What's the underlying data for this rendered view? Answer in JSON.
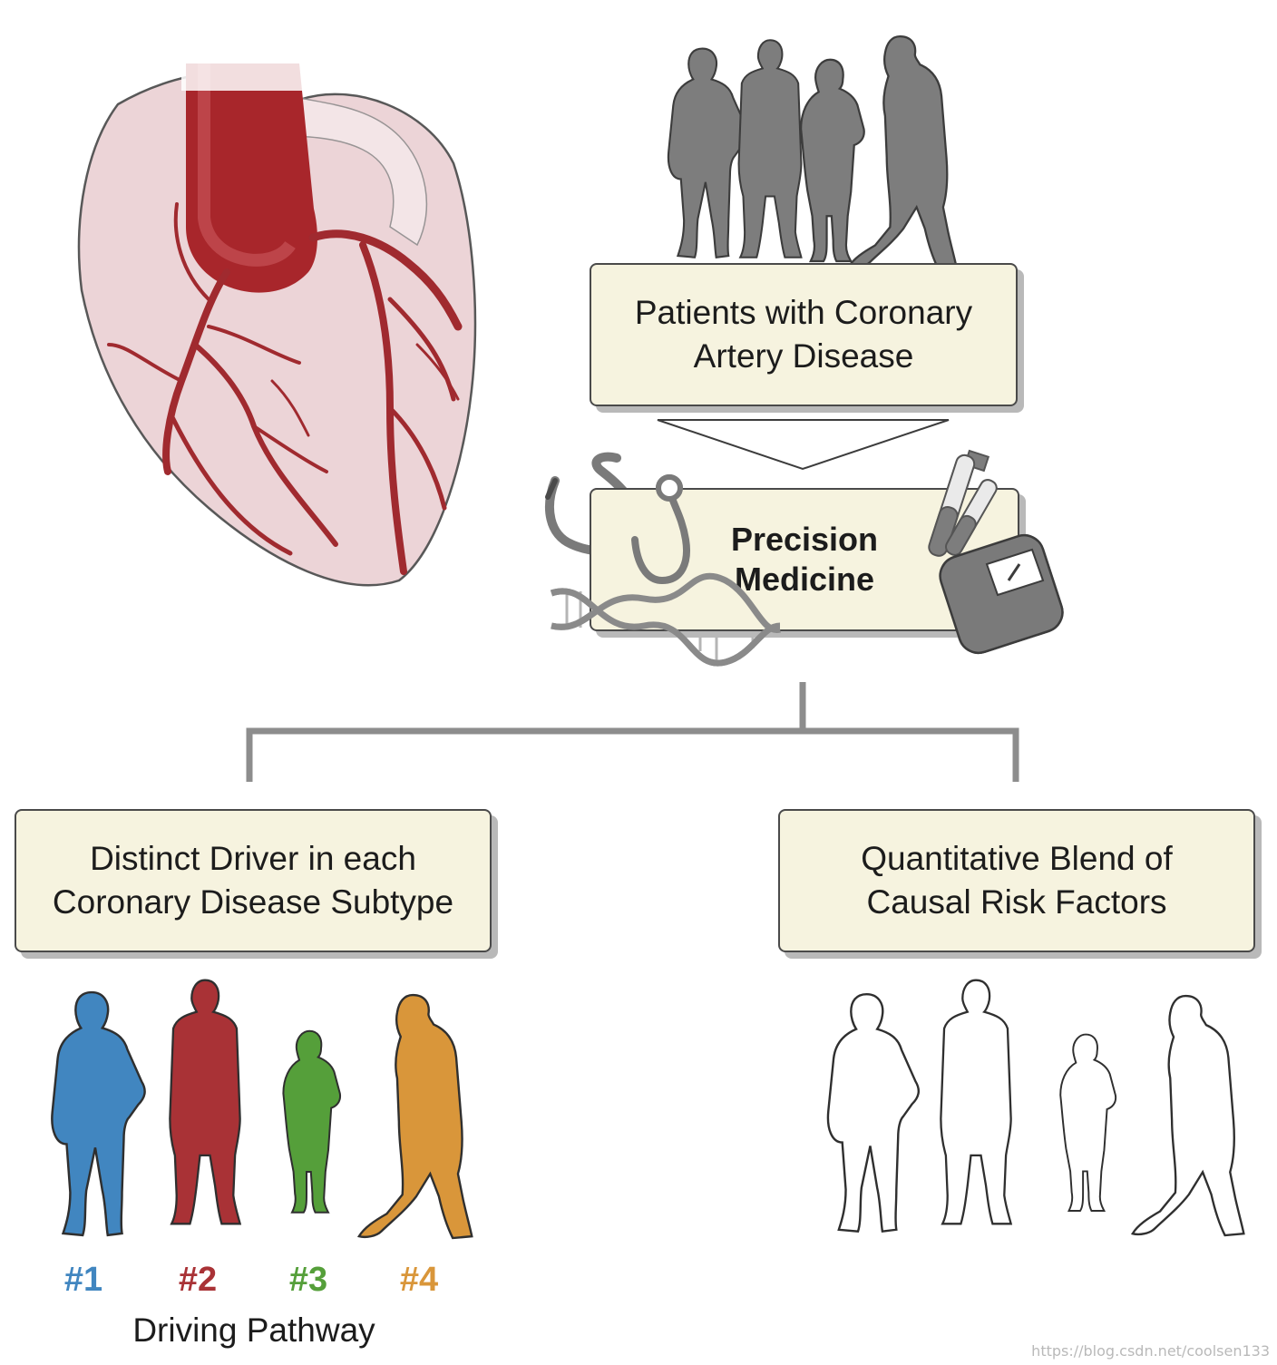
{
  "boxes": {
    "patients_line1": "Patients with Coronary",
    "patients_line2": "Artery Disease",
    "precision_line1": "Precision",
    "precision_line2": "Medicine",
    "distinct_line1": "Distinct Driver in each",
    "distinct_line2": "Coronary Disease Subtype",
    "blend_line1": "Quantitative Blend of",
    "blend_line2": "Causal Risk Factors"
  },
  "pathways": {
    "labels": [
      "#1",
      "#2",
      "#3",
      "#4"
    ],
    "caption": "Driving Pathway"
  },
  "colors": {
    "pathway_1": "#4186c0",
    "pathway_2": "#a93236",
    "pathway_3": "#559f3a",
    "pathway_4": "#d9963a",
    "silhouette_gray": "#7d7d7d",
    "box_fill": "#f6f3df"
  },
  "icons": [
    "heart-illustration",
    "stethoscope-icon",
    "dna-helix-icon",
    "blood-test-tubes-icon",
    "weighing-scale-icon"
  ],
  "watermark": "https://blog.csdn.net/coolsen133"
}
